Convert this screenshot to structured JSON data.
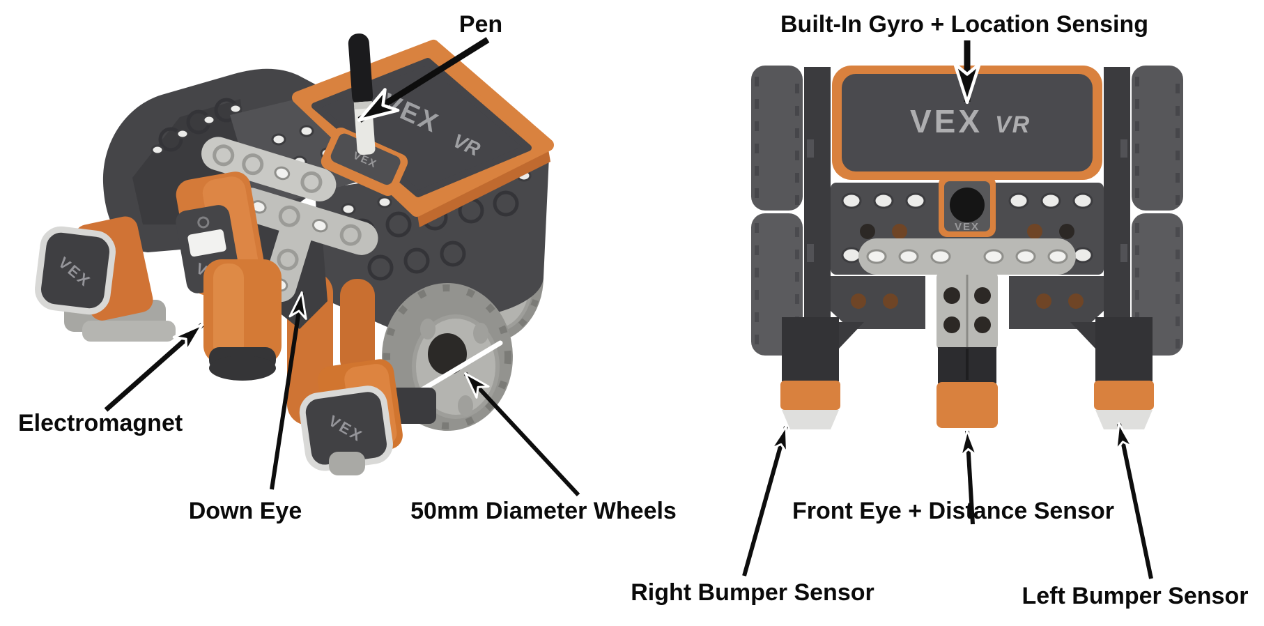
{
  "diagram": {
    "title": "VEX VR robot features diagram",
    "left_view": {
      "name": "isometric-view",
      "labels": {
        "pen": "Pen",
        "electromagnet": "Electromagnet",
        "down_eye": "Down Eye",
        "wheels": "50mm Diameter Wheels"
      }
    },
    "right_view": {
      "name": "front-view",
      "labels": {
        "gyro": "Built-In Gyro + Location Sensing",
        "front_eye": "Front Eye + Distance Sensor",
        "right_bumper": "Right Bumper Sensor",
        "left_bumper": "Left Bumper Sensor"
      }
    },
    "logos": {
      "vex": "VEX",
      "vr": "VR"
    },
    "colors": {
      "orange": "#D9813E",
      "orange_deep": "#C96F30",
      "dark_gray": "#47474A",
      "darker_gray": "#39393C",
      "light_gray_beam": "#B9B9B5",
      "wheel_gray": "#93938F",
      "front_wheel_gray": "#57575A",
      "white_tip": "#DFDFDD",
      "label_text": "#0A0A0A",
      "background": "#FFFFFF"
    }
  }
}
